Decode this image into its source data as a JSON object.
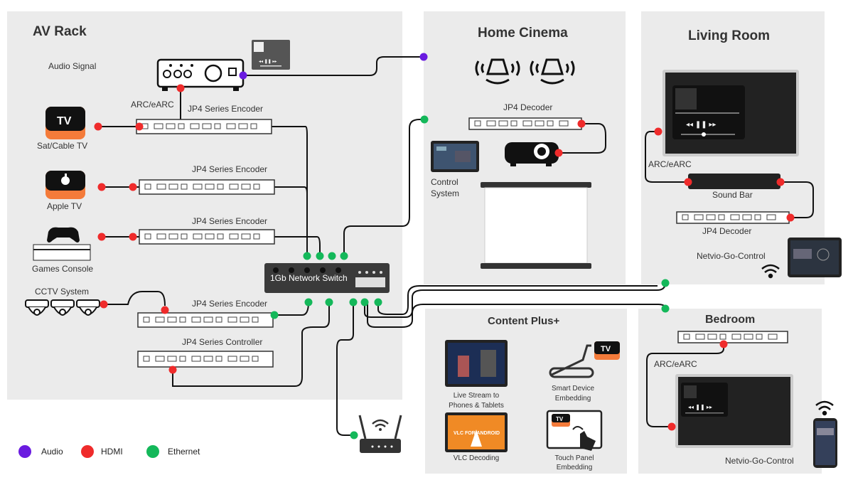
{
  "sections": {
    "av_rack": "AV Rack",
    "home_cinema": "Home Cinema",
    "living_room": "Living Room",
    "content_plus": "Content Plus+",
    "bedroom": "Bedroom"
  },
  "av_rack": {
    "audio_signal": "Audio Signal",
    "arc": "ARC/eARC",
    "encoder": "JP4 Series Encoder",
    "controller": "JP4 Series Controller",
    "switch": "1Gb Network Switch",
    "sources": {
      "sat": "Sat/Cable TV",
      "sat_badge": "TV",
      "apple": "Apple TV",
      "games": "Games Console",
      "cctv": "CCTV System"
    }
  },
  "home_cinema": {
    "decoder": "JP4 Decoder",
    "control_system": "Control\nSystem"
  },
  "living_room": {
    "arc": "ARC/eARC",
    "soundbar": "Sound Bar",
    "decoder": "JP4 Decoder",
    "netvio": "Netvio-Go-Control"
  },
  "content_plus": {
    "live_stream": "Live Stream to\nPhones & Tablets",
    "smart_device": "Smart Device\nEmbedding",
    "smart_badge": "TV",
    "vlc": "VLC Decoding",
    "vlc_screen": "VLC FOR ANDROID",
    "touch_panel": "Touch Panel\nEmbedding",
    "touch_badge": "TV"
  },
  "bedroom": {
    "arc": "ARC/eARC",
    "netvio": "Netvio-Go-Control"
  },
  "legend": {
    "audio": "Audio",
    "hdmi": "HDMI",
    "ethernet": "Ethernet"
  },
  "colors": {
    "audio": "#6a1be0",
    "hdmi": "#ef2b2b",
    "ethernet": "#14b85a",
    "panel": "#ebebeb",
    "orange": "#f47b3a"
  }
}
